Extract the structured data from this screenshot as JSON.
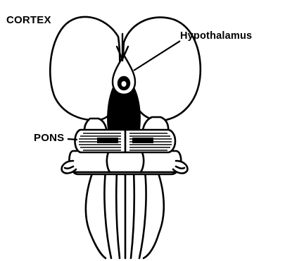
{
  "labels": {
    "cortex": "CORTEX",
    "hypothalamus": "Hypothalamus",
    "pons": "PONS"
  },
  "colors": {
    "ink": "#000000",
    "background": "#ffffff"
  }
}
